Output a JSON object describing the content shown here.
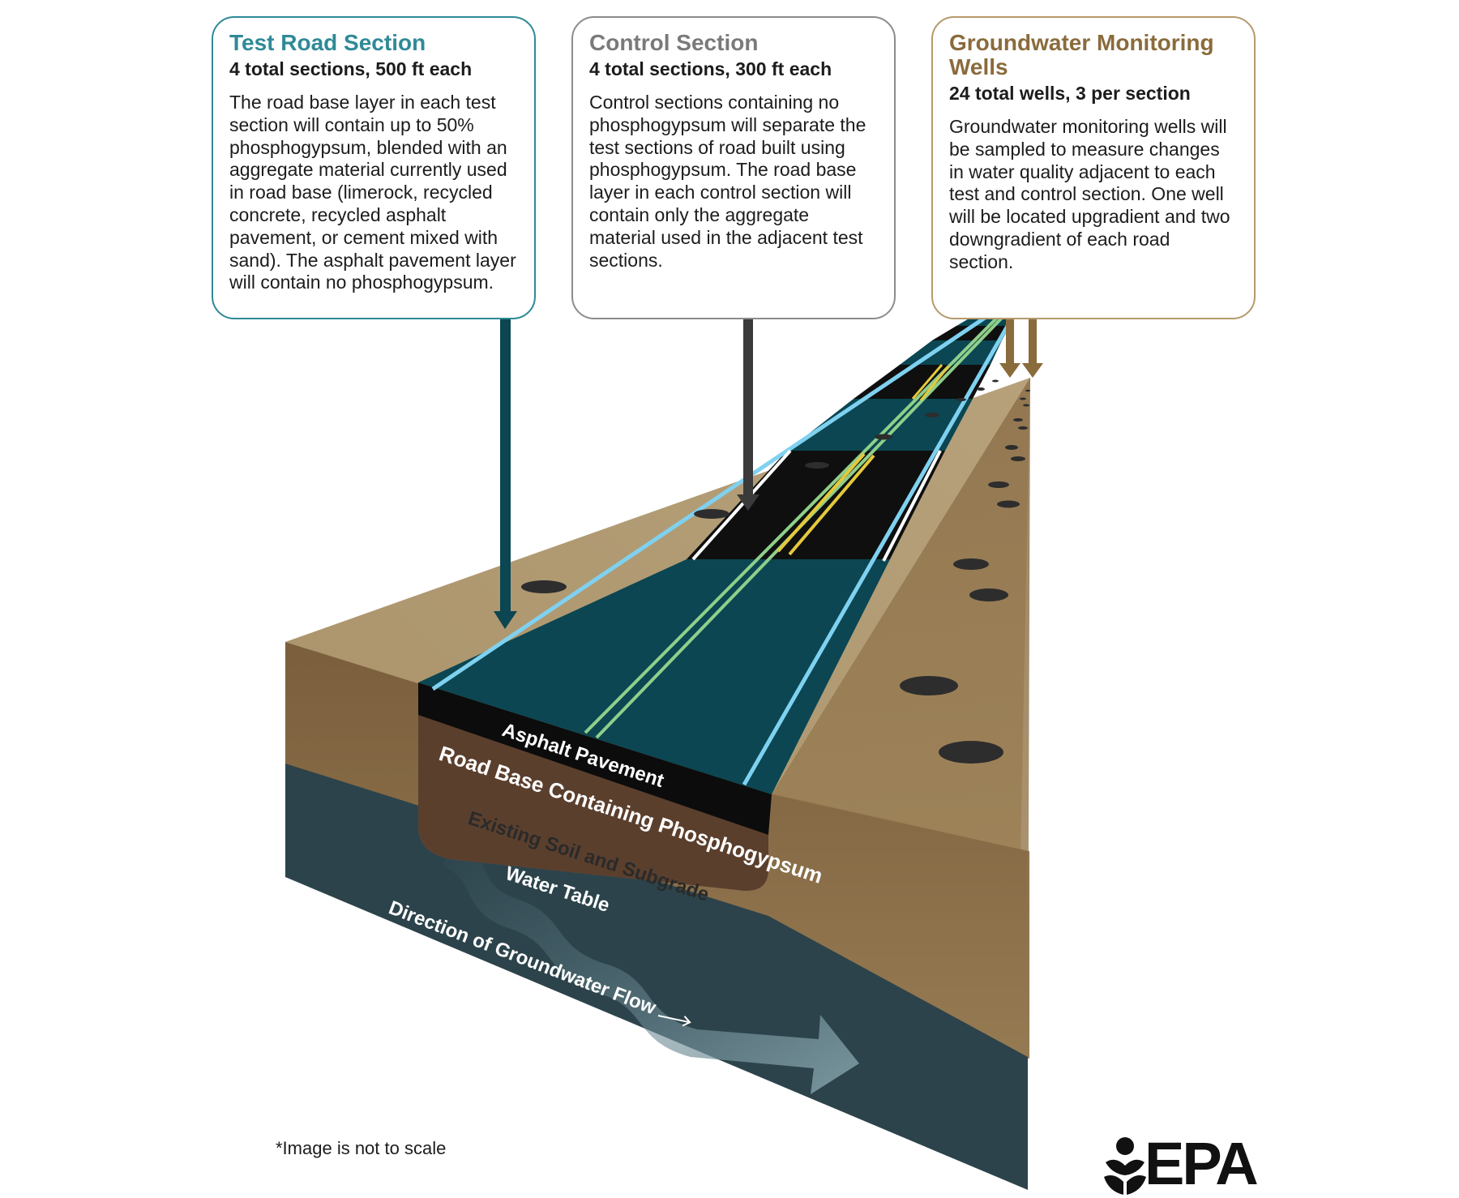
{
  "callouts": {
    "test": {
      "title": "Test Road Section",
      "subtitle": "4 total sections, 500 ft each",
      "body": "The road base layer in each test section will contain up to 50% phosphogypsum, blended with an aggregate material currently used in road base (limerock, recycled concrete, recycled asphalt pavement, or cement mixed with sand). The asphalt pavement layer will contain no phosphogypsum."
    },
    "control": {
      "title": "Control Section",
      "subtitle": "4 total sections, 300 ft each",
      "body": "Control sections containing no phosphogypsum will separate the test sections of road built using phosphogypsum. The road base layer in each control section will contain only the aggregate material used in the adjacent test sections."
    },
    "wells": {
      "title": "Groundwater Monitoring Wells",
      "subtitle": "24 total wells, 3 per section",
      "body": "Groundwater monitoring wells will be sampled to measure changes in water quality adjacent to each test and control section. One well will be located upgradient and two downgradient of each road section."
    }
  },
  "layers": {
    "asphalt": "Asphalt Pavement",
    "road_base": "Road Base Containing Phosphogypsum",
    "soil": "Existing Soil and Subgrade",
    "water_table": "Water Table",
    "flow": "Direction of Groundwater Flow"
  },
  "footnote": "*Image is not to scale",
  "logo": {
    "text": "EPA"
  },
  "colors": {
    "test_accent": "#2f8a96",
    "control_accent": "#7a7a7a",
    "wells_accent": "#8a6b3c",
    "test_road": "#0b4652",
    "control_road": "#0f0f0f",
    "ground_top": "#b09a72",
    "ground_side": "#8a6b45",
    "water": "#2c434b"
  }
}
